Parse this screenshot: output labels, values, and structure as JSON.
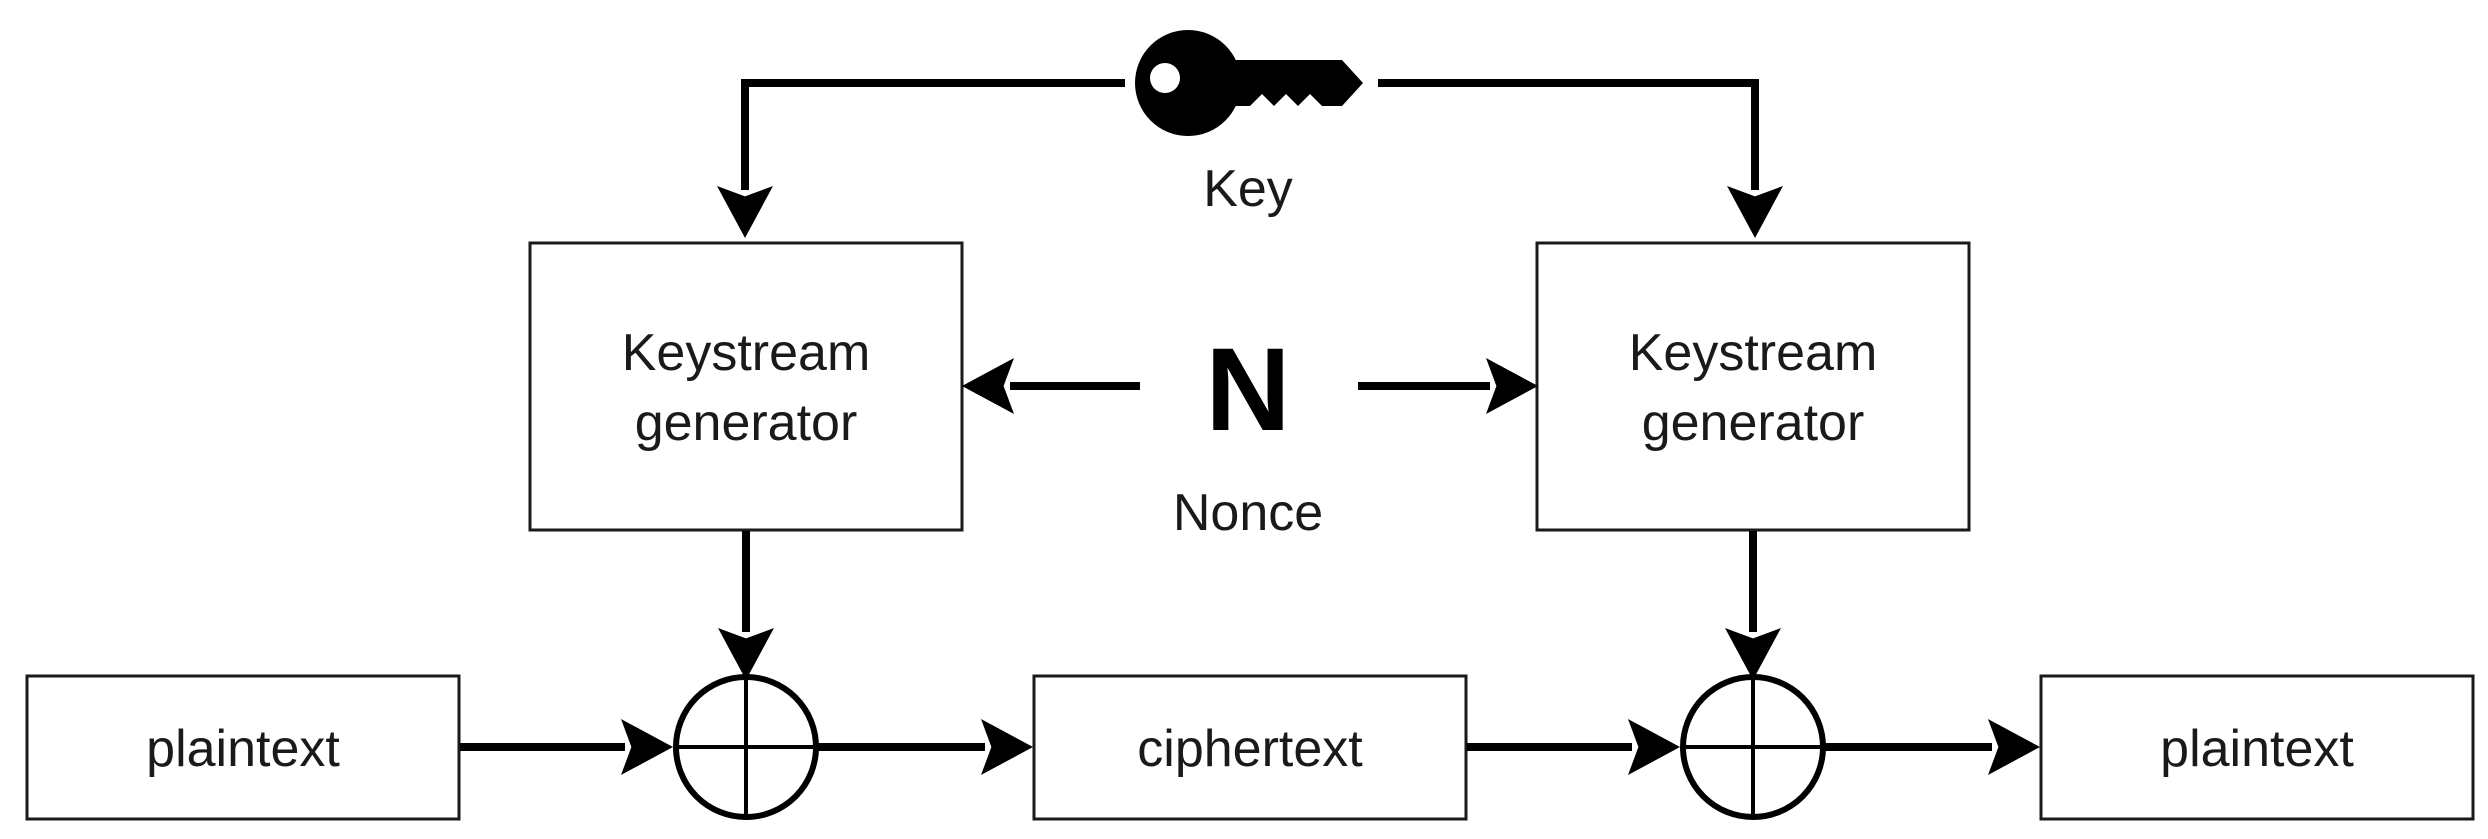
{
  "key": {
    "icon": "key-icon",
    "label": "Key"
  },
  "nonce": {
    "symbol": "N",
    "label": "Nonce"
  },
  "generators": [
    {
      "line1": "Keystream",
      "line2": "generator"
    },
    {
      "line1": "Keystream",
      "line2": "generator"
    }
  ],
  "data_boxes": {
    "input": "plaintext",
    "middle": "ciphertext",
    "output": "plaintext"
  },
  "xor_icon": "xor-circle-plus-icon",
  "colors": {
    "stroke": "#000000",
    "background": "#ffffff"
  }
}
